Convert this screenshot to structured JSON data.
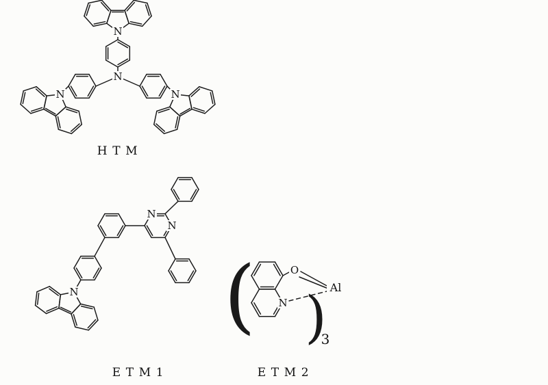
{
  "molecules": {
    "htm": {
      "label": "HTM"
    },
    "etm1": {
      "label": "ETM1"
    },
    "etm2": {
      "label": "ETM2",
      "open_paren": "(",
      "close_paren": ")",
      "multiplier": "3"
    }
  },
  "atoms": {
    "nitrogen": "N",
    "oxygen": "O",
    "aluminum": "Al"
  }
}
